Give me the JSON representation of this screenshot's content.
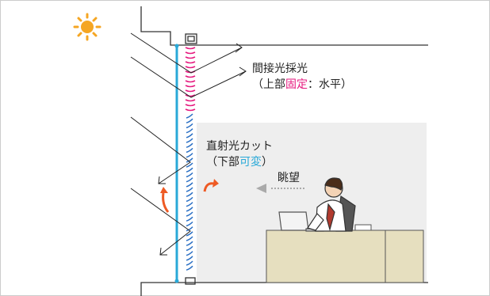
{
  "labels": {
    "indirect_title": "間接光採光",
    "indirect_detail": {
      "open": "（上部",
      "highlight": "固定",
      "rest": "：水平）"
    },
    "direct_title": "直射光カット",
    "direct_detail": {
      "open": "（下部",
      "highlight": "可変",
      "close": "）"
    },
    "view": "眺望"
  },
  "colors": {
    "upper_blinds": "#e6197f",
    "lower_blinds": "#2a6fc4",
    "glass": "#29a9d8",
    "rotate_arrow": "#ee5a24",
    "sun": "#f5a623",
    "room": "#eeeeee",
    "desk": "#e6dfbf",
    "view_arrow": "#aaaaaa"
  },
  "icons": {
    "sun": "sun-icon",
    "person": "office-worker-icon",
    "laptop": "laptop-icon"
  }
}
